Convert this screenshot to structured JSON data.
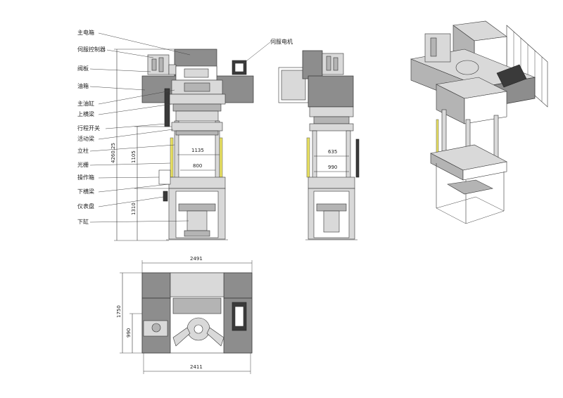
{
  "labels": {
    "main_electrical_box": "主电箱",
    "servo_controller": "伺服控制器",
    "valve_plate": "阀板",
    "oil_tank": "油箱",
    "main_cylinder": "主油缸",
    "upper_beam": "上横梁",
    "travel_switch": "行程开关",
    "moving_beam": "活动梁",
    "column": "立柱",
    "light_curtain": "光栅",
    "operation_box": "操作箱",
    "lower_beam": "下横梁",
    "instrument_panel": "仪表盘",
    "lower_cylinder": "下缸",
    "servo_motor": "伺服电机"
  },
  "dimensions": {
    "front_height_total": "4260.25",
    "front_height_upper": "1105",
    "front_height_lower": "1310",
    "front_width_outer": "1135",
    "front_width_inner": "800",
    "side_width_outer": "635",
    "side_width_inner": "990",
    "top_width_upper": "2491",
    "top_width_lower": "2411",
    "top_depth_outer": "1750",
    "top_depth_inner": "990"
  }
}
